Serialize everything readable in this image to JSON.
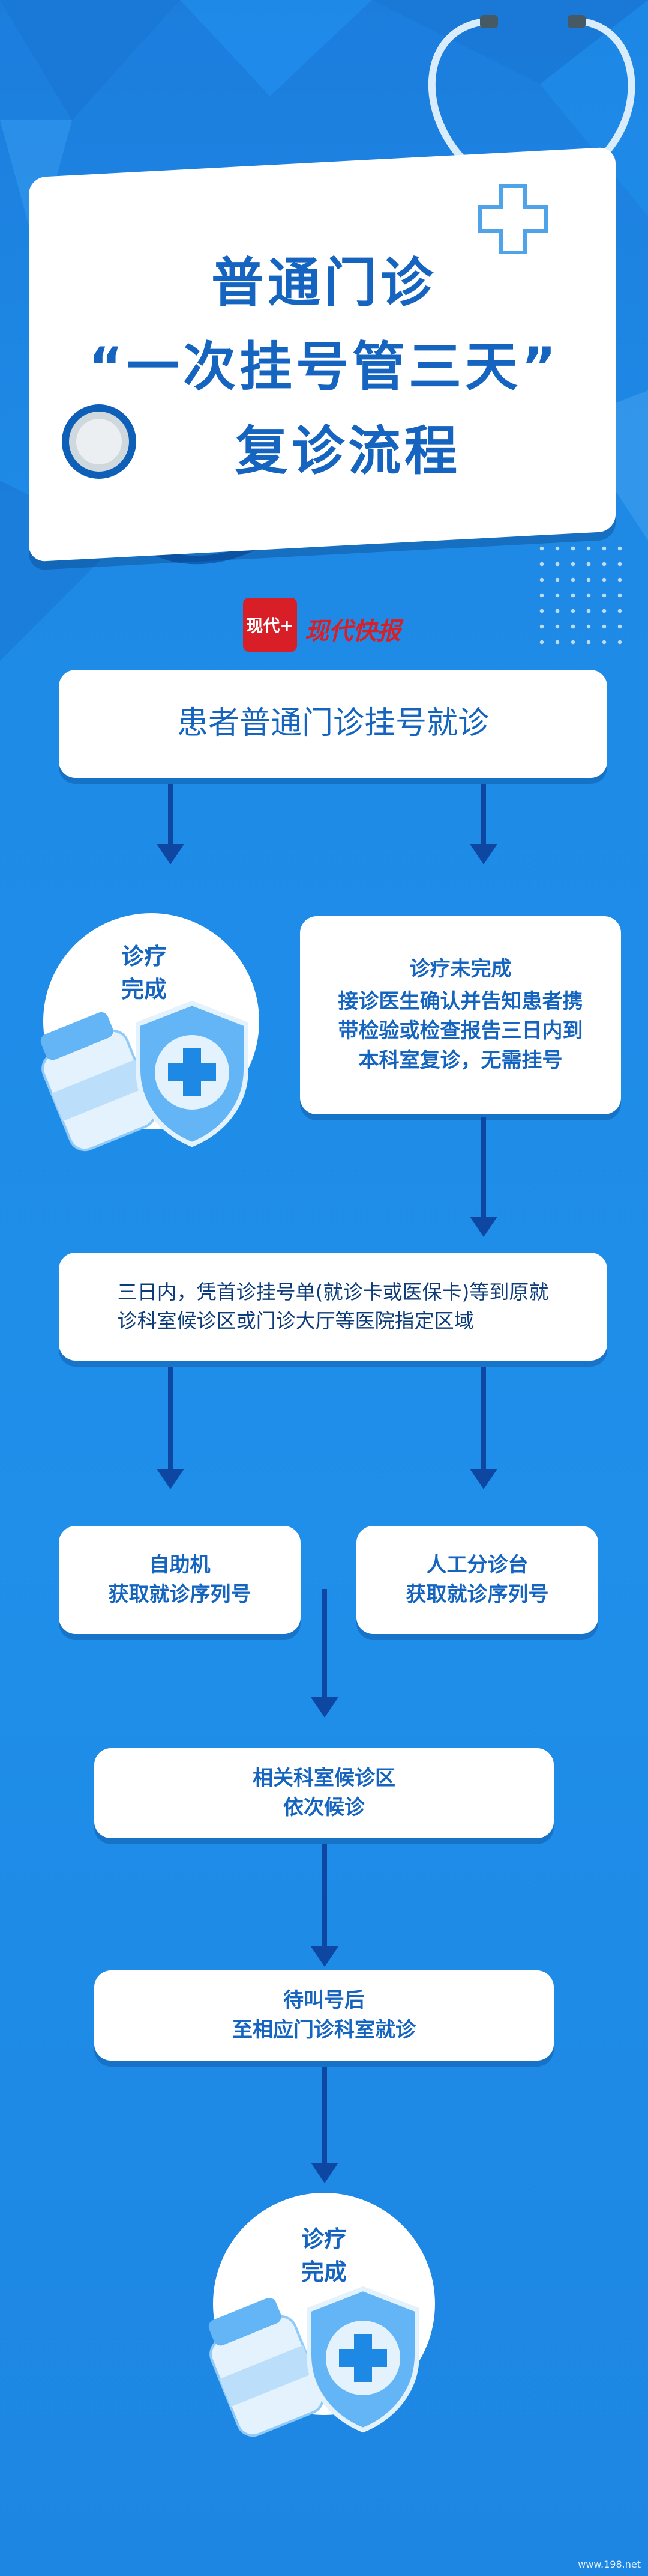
{
  "title": {
    "line1": "普通门诊",
    "line2": "“一次挂号管三天”",
    "line3": "复诊流程"
  },
  "logo": {
    "badge": "现代+",
    "name": "现代快报"
  },
  "steps": {
    "start": "患者普通门诊挂号就诊",
    "done_left": "诊疗\n完成",
    "not_done_title": "诊疗未完成",
    "not_done_body": "接诊医生确认并告知患者携\n带检验或检查报告三日内到\n本科室复诊，无需挂号",
    "within3days": "三日内，凭首诊挂号单(就诊卡或医保卡)等到原就\n诊科室候诊区或门诊大厅等医院指定区域",
    "self_service": "自助机\n获取就诊序列号",
    "manual_triage": "人工分诊台\n获取就诊序列号",
    "waiting": "相关科室候诊区\n依次候诊",
    "called": "待叫号后\n至相应门诊科室就诊",
    "done_final": "诊疗\n完成"
  },
  "watermark": "www.198.net",
  "colors": {
    "bg": "#1e88e5",
    "text": "#1565c0",
    "arrow": "#0d47a1",
    "logo": "#d81e26"
  },
  "icons": [
    "stethoscope-icon",
    "medical-cross-icon",
    "medicine-bottle-icon",
    "shield-cross-icon",
    "arrow-down-icon"
  ]
}
